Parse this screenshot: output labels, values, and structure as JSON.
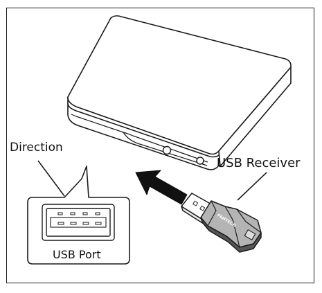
{
  "labels": {
    "direction": "Direction",
    "usb_receiver": "USB Receiver",
    "usb_port": "USB Port",
    "brand": "FANTECH"
  },
  "icons": [
    "game-console-icon",
    "insert-arrow-icon",
    "usb-receiver-icon",
    "usb-port-icon"
  ],
  "colors": {
    "stroke": "#1a1a1a",
    "receiver_fill": "#b4b4b4",
    "receiver_dark": "#555555",
    "background": "#ffffff"
  }
}
